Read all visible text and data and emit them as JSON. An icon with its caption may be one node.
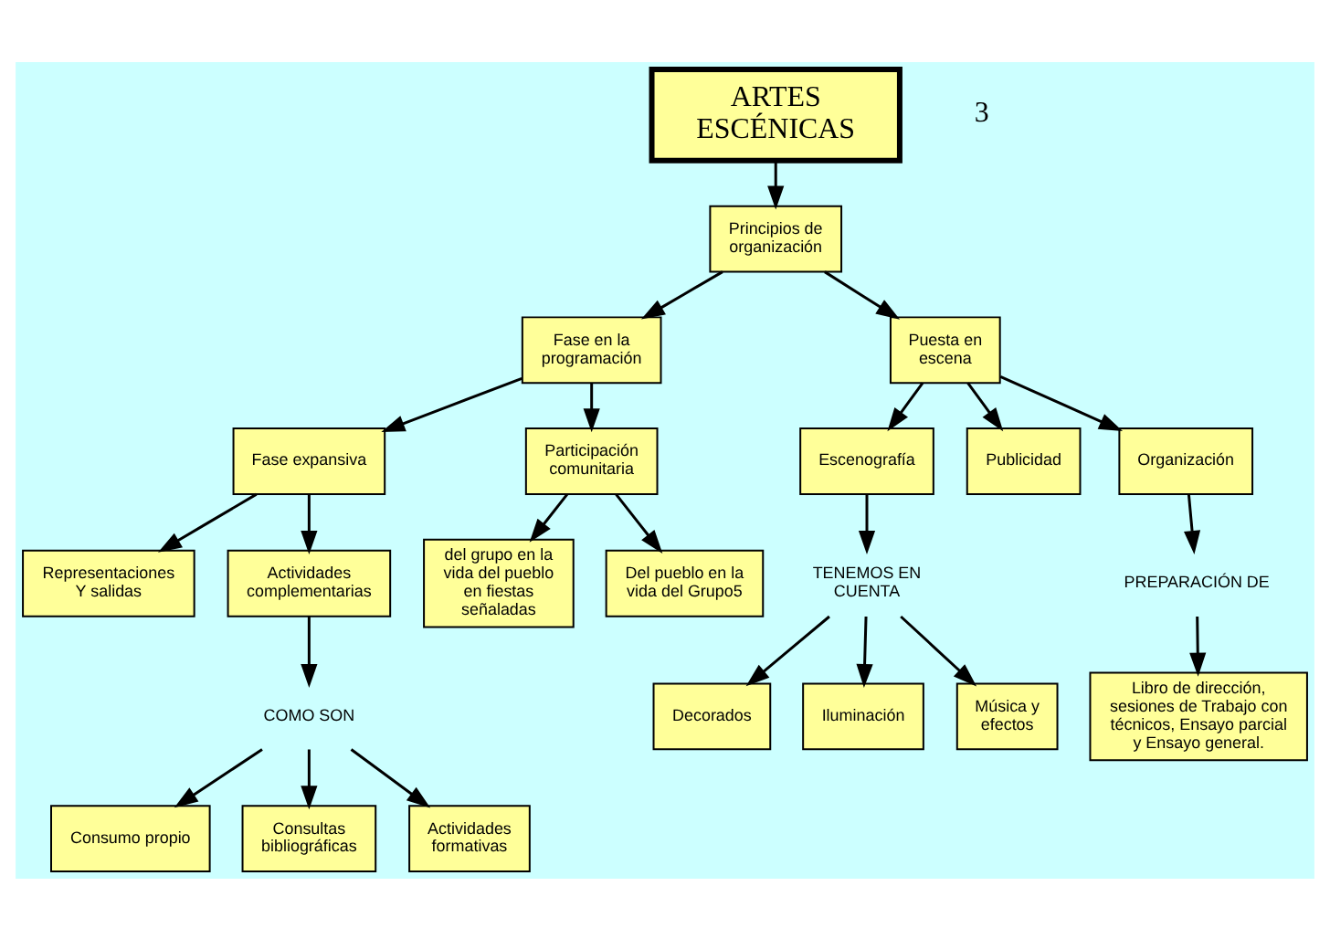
{
  "diagram": {
    "nodes": [
      {
        "text": [
          "ARTES ESCÉNICAS"
        ]
      },
      {
        "text": [
          "Principios de organización"
        ]
      },
      {
        "text": [
          "Fase en la programación"
        ]
      },
      {
        "text": [
          "Puesta en escena"
        ]
      },
      {
        "text": [
          "Fase expansiva"
        ]
      },
      {
        "text": [
          "Participación comunitaria"
        ]
      },
      {
        "text": [
          "Escenografía"
        ]
      },
      {
        "text": [
          "Publicidad"
        ]
      },
      {
        "text": [
          "Organización"
        ]
      },
      {
        "text": [
          "Representaciones Y salidas"
        ]
      },
      {
        "text": [
          "Actividades complementarias"
        ]
      },
      {
        "text": [
          "del grupo en la vida del pueblo en fiestas señaladas"
        ]
      },
      {
        "text": [
          "Del pueblo en la vida del Grupo5"
        ]
      },
      {
        "text": [
          "TENEMOS EN CUENTA"
        ]
      },
      {
        "text": [
          "PREPARACIÓN DE"
        ]
      },
      {
        "text": [
          "COMO SON"
        ]
      },
      {
        "text": [
          "Decorados"
        ]
      },
      {
        "text": [
          "Iluminación"
        ]
      },
      {
        "text": [
          "Música y efectos"
        ]
      },
      {
        "text": [
          "Libro de dirección, sesiones de Trabajo con técnicos, Ensayo parcial y Ensayo general."
        ]
      },
      {
        "text": [
          "Consumo propio"
        ]
      },
      {
        "text": [
          "Consultas bibliográficas"
        ]
      },
      {
        "text": [
          "Actividades formativas"
        ]
      }
    ],
    "edges": [
      {
        "from": 0,
        "to": 1,
        "arrow": "to"
      },
      {
        "from": 1,
        "to": 2,
        "arrow": "to"
      },
      {
        "from": 1,
        "to": 3,
        "arrow": "to"
      },
      {
        "from": 2,
        "to": 4,
        "arrow": "to"
      },
      {
        "from": 2,
        "to": 5,
        "arrow": "to"
      },
      {
        "from": 3,
        "to": 6,
        "arrow": "to"
      },
      {
        "from": 3,
        "to": 7,
        "arrow": "to"
      },
      {
        "from": 3,
        "to": 8,
        "arrow": "to"
      },
      {
        "from": 4,
        "to": 9,
        "arrow": "to"
      },
      {
        "from": 4,
        "to": 10,
        "arrow": "to"
      },
      {
        "from": 5,
        "to": 11,
        "arrow": "to"
      },
      {
        "from": 5,
        "to": 12,
        "arrow": "to"
      },
      {
        "from": 6,
        "to": 13,
        "arrow": "to"
      },
      {
        "from": 8,
        "to": 14,
        "arrow": "to"
      },
      {
        "from": 10,
        "to": 15,
        "arrow": "to"
      },
      {
        "from": 13,
        "to": 16,
        "arrow": "to"
      },
      {
        "from": 13,
        "to": 17,
        "arrow": "to"
      },
      {
        "from": 13,
        "to": 18,
        "arrow": "to"
      },
      {
        "from": 14,
        "to": 19,
        "arrow": "to"
      },
      {
        "from": 15,
        "to": 20,
        "arrow": "to"
      },
      {
        "from": 15,
        "to": 21,
        "arrow": "to"
      },
      {
        "from": 15,
        "to": 22,
        "arrow": "to"
      }
    ],
    "labels": [
      "3"
    ]
  }
}
